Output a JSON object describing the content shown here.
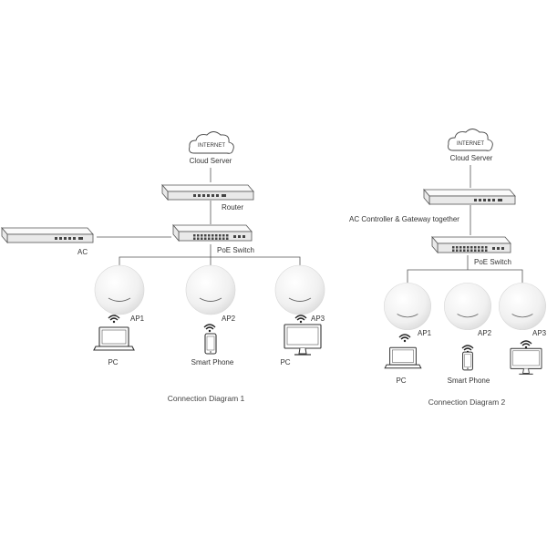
{
  "diagram1": {
    "cloud": {
      "line1": "INTERNET",
      "line2": "Cloud Server"
    },
    "router_label": "Router",
    "ac_label": "AC",
    "switch_label": "PoE Switch",
    "aps": [
      "AP1",
      "AP2",
      "AP3"
    ],
    "clients": [
      "PC",
      "Smart Phone",
      "PC"
    ],
    "caption": "Connection Diagram 1"
  },
  "diagram2": {
    "cloud": {
      "line1": "INTERNET",
      "line2": "Cloud Server"
    },
    "controller_label": "AC Controller & Gateway together",
    "switch_label": "PoE Switch",
    "aps": [
      "AP1",
      "AP2",
      "AP3"
    ],
    "clients": [
      "PC",
      "Smart Phone",
      ""
    ],
    "caption": "Connection Diagram 2"
  }
}
